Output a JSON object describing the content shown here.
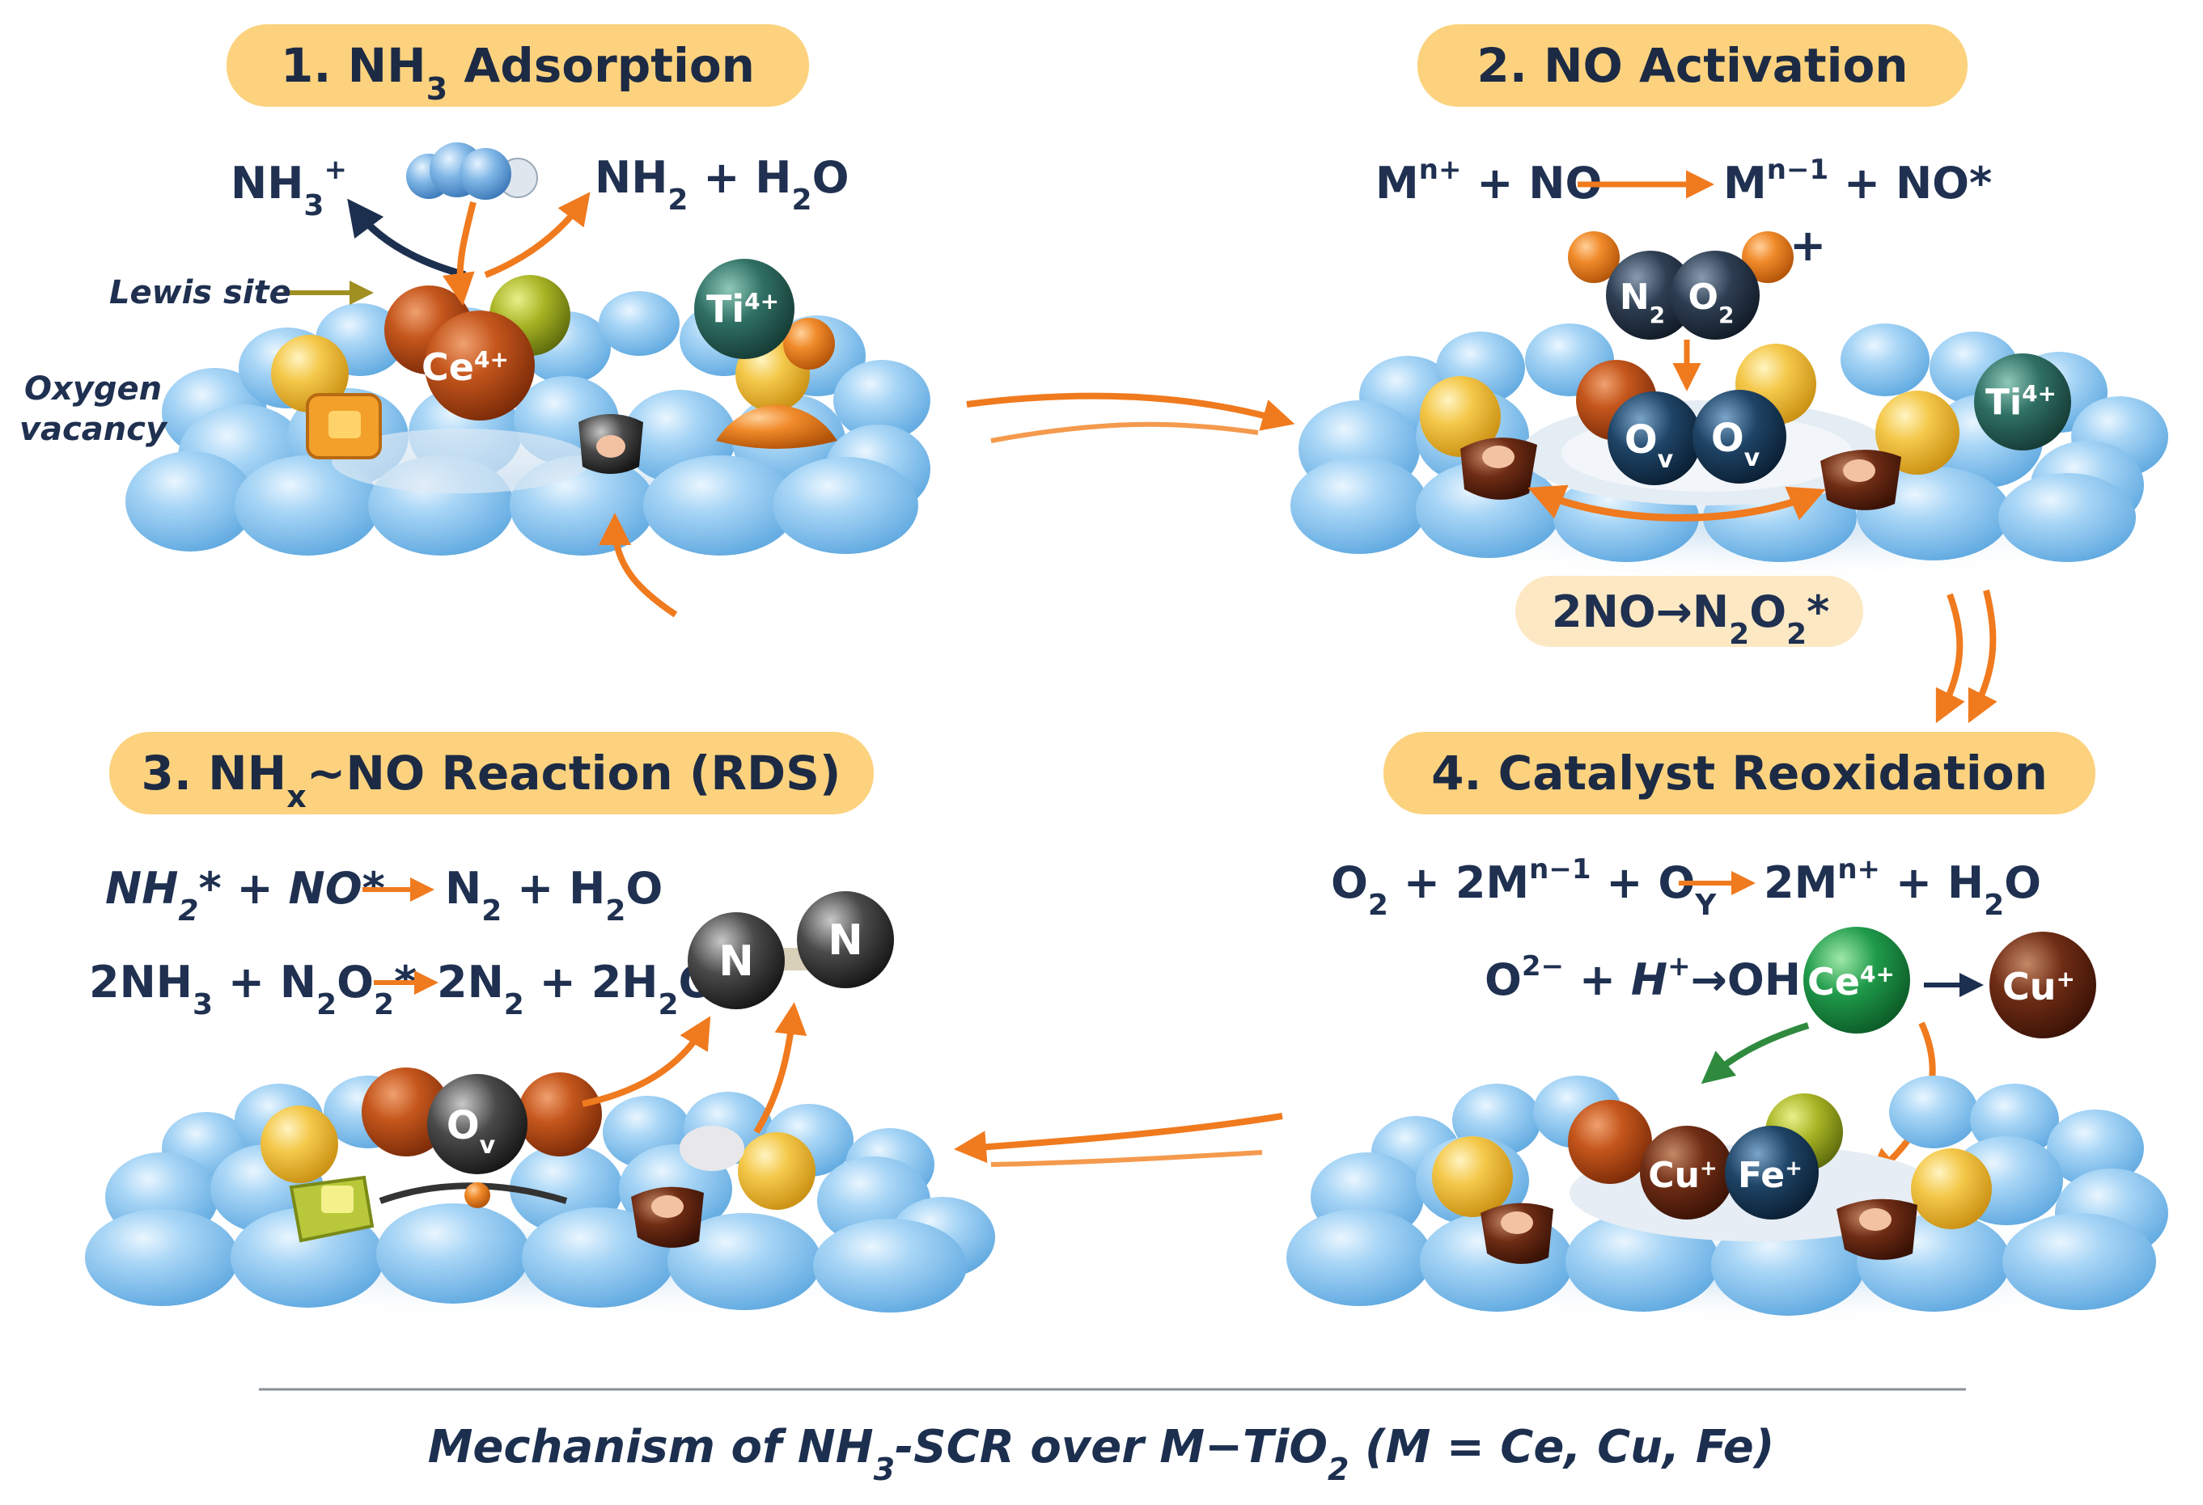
{
  "colors": {
    "accent_orange": "#f07a1e",
    "panel_yellow": "#fcd27e",
    "text_navy": "#1c2f4f",
    "support_blue": "#8ec6ee"
  },
  "panels": [
    {
      "number": "1.",
      "title_a": "NH",
      "title_sub": "3",
      "title_b": " Adsorption"
    },
    {
      "number": "2.",
      "title": "NO Activation"
    },
    {
      "number": "3.",
      "title_a": "NH",
      "title_sub": "x",
      "title_b": "~NO Reaction (RDS)"
    },
    {
      "number": "4.",
      "title": "Catalyst Reoxidation"
    }
  ],
  "panel1": {
    "nh3_plus": "NH",
    "nh3_plus_sub": "3",
    "nh3_plus_sup": "+",
    "nh2_h2o_a": "NH",
    "nh2_h2o_sub1": "2",
    "nh2_h2o_b": " + H",
    "nh2_h2o_sub2": "2",
    "nh2_h2o_c": "O",
    "lewis_site": "Lewis site",
    "oxygen_vacancy_1": "Oxygen",
    "oxygen_vacancy_2": "vacancy",
    "ce_label": "Ce",
    "ce_sup": "4+",
    "ti_label": "Ti",
    "ti_sup": "4+"
  },
  "panel2": {
    "eq_m1": "M",
    "eq_m1_sup": "n+",
    "eq_plus_no": " + NO",
    "eq_m2": "M",
    "eq_m2_sup": "n−1",
    "eq_plus_no_star": " + NO*",
    "n2_label": "N",
    "n2_sub": "2",
    "o2_label": "O",
    "o2_sub": "2",
    "plus_charge": "+",
    "ov_label": "O",
    "ov_sub": "v",
    "ti_label": "Ti",
    "ti_sup": "4+",
    "eq2_a": "2NO",
    "eq2_arrow": "→",
    "eq2_b": "N",
    "eq2_sub1": "2",
    "eq2_c": "O",
    "eq2_sub2": "2",
    "eq2_d": "*"
  },
  "panel3": {
    "eq1_a": "NH",
    "eq1_sub": "2",
    "eq1_b": "* + NO*",
    "eq1_c": "N",
    "eq1_sub2": "2",
    "eq1_d": " + H",
    "eq1_sub3": "2",
    "eq1_e": "O",
    "eq2_a": "2NH",
    "eq2_sub1": "3",
    "eq2_b": " + N",
    "eq2_sub2": "2",
    "eq2_c": "O",
    "eq2_sub3": "2",
    "eq2_d": "*",
    "eq2_e": "2N",
    "eq2_sub4": "2",
    "eq2_f": " + 2H",
    "eq2_sub5": "2",
    "eq2_g": "O",
    "n_label": "N",
    "ov_label": "O",
    "ov_sub": "v"
  },
  "panel4": {
    "eq1_a": "O",
    "eq1_sub1": "2",
    "eq1_b": " + 2M",
    "eq1_sup1": "n−1",
    "eq1_c": " + O",
    "eq1_sub2": "Y",
    "eq1_d": "2M",
    "eq1_sup2": "n+",
    "eq1_e": " + H",
    "eq1_sub3": "2",
    "eq1_f": "O",
    "eq2_a": "O",
    "eq2_sup1": "2−",
    "eq2_b": " + ",
    "eq2_c": "H",
    "eq2_sup2": "+",
    "eq2_d": "→OH",
    "ce_label": "Ce",
    "ce_sup": "4+",
    "cu_label": "Cu",
    "cu_sup": "+",
    "fe_label": "Fe",
    "fe_sup": "+"
  },
  "caption": {
    "a": "Mechanism of NH",
    "sub1": "3",
    "b": "-SCR over M−TiO",
    "sub2": "2",
    "c": " (M = Ce, Cu, Fe)"
  }
}
